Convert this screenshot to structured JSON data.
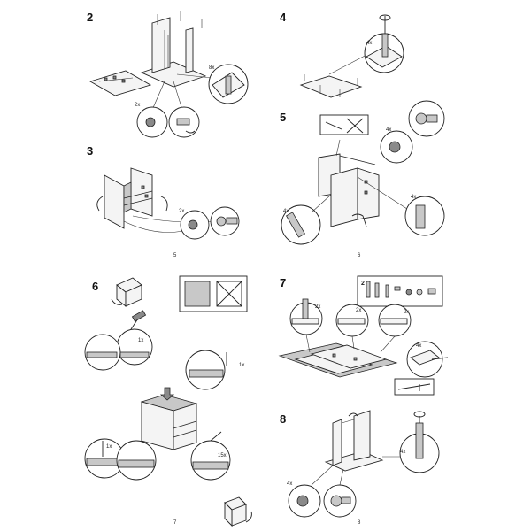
{
  "steps": {
    "s2": {
      "label": "2",
      "qty_a": "8x",
      "qty_b": "2x"
    },
    "s3": {
      "label": "3",
      "qty_a": "2x"
    },
    "s4": {
      "label": "4",
      "qty_a": "4x"
    },
    "s5": {
      "label": "5",
      "qty_a": "4x",
      "qty_b": "4x",
      "qty_c": "4x"
    },
    "s6": {
      "label": "6",
      "qty_a": "1x",
      "qty_b": "1x",
      "qty_c": "1x",
      "qty_d": "15x"
    },
    "s7": {
      "label": "7",
      "parts_label": "2",
      "qty_a": "2x",
      "qty_b": "2x",
      "qty_c": "2x",
      "qty_d": "4x"
    },
    "s8": {
      "label": "8",
      "qty_a": "4x",
      "qty_b": "4x"
    }
  },
  "page_numbers": {
    "top_left": "5",
    "top_right": "6",
    "bottom_left": "7",
    "bottom_right": "8"
  },
  "colors": {
    "line": "#222222",
    "panel_grey": "#c8c8c8",
    "panel_dark": "#8a8a8a"
  },
  "icons": [
    "screwdriver-icon",
    "hammer-icon",
    "cross-icon",
    "hand-icon",
    "rotate-arrow-icon"
  ]
}
